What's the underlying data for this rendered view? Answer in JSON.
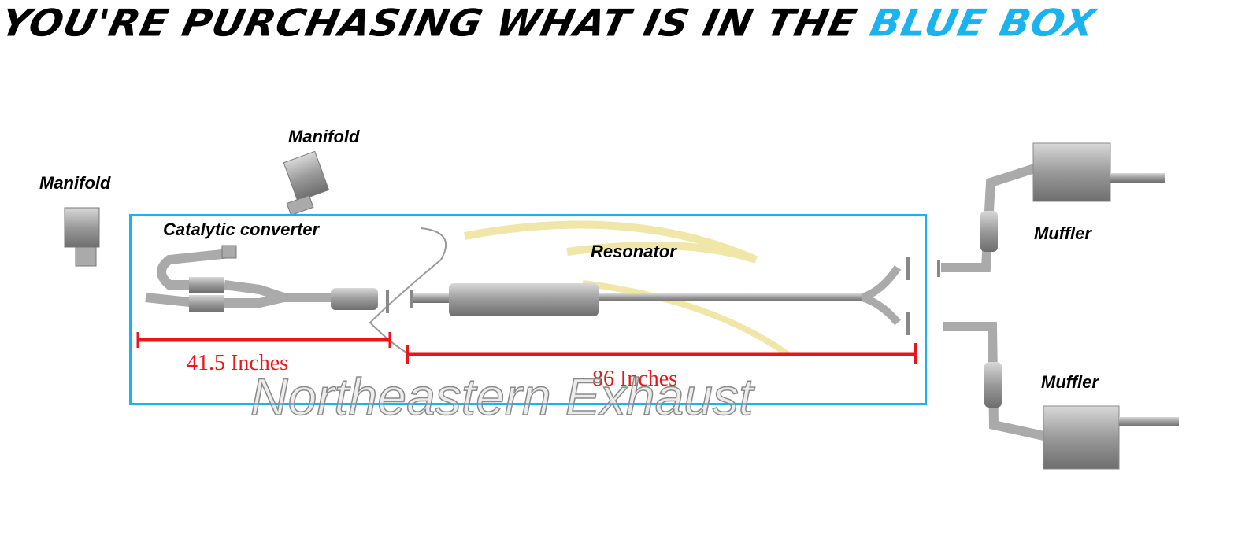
{
  "title": {
    "part1": "YOU'RE PURCHASING WHAT IS IN THE ",
    "part2": "BLUE BOX"
  },
  "labels": {
    "manifold_left": "Manifold",
    "manifold_top": "Manifold",
    "catalytic": "Catalytic converter",
    "resonator": "Resonator",
    "muffler_top": "Muffler",
    "muffler_bottom": "Muffler"
  },
  "measurements": {
    "front": "41.5 Inches",
    "rear": "86 Inches"
  },
  "watermark": "Northeastern Exhaust",
  "colors": {
    "accent": "#1ab3ee",
    "measure": "#e8161c"
  }
}
